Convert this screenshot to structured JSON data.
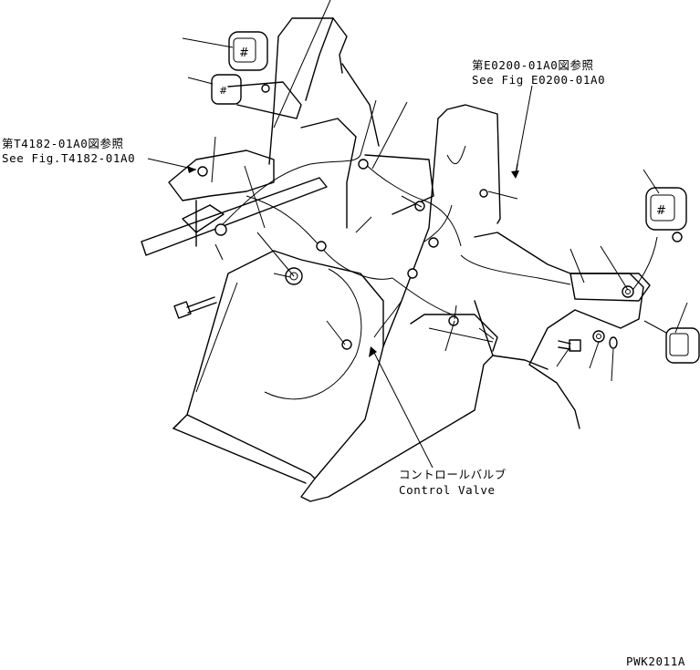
{
  "callouts": {
    "electrical_ref": {
      "jp": "第E0200-01A0図参照",
      "en": "See Fig E0200-01A0"
    },
    "frame_ref": {
      "jp": "第T4182-01A0図参照",
      "en": "See Fig.T4182-01A0"
    },
    "control_valve": {
      "jp": "コントロールバルブ",
      "en": "Control Valve"
    }
  },
  "drawing_code": "PWK2011A",
  "icons": [
    "work-lamp-icon",
    "bolt-icon",
    "nut-icon",
    "washer-icon",
    "clip-icon"
  ]
}
